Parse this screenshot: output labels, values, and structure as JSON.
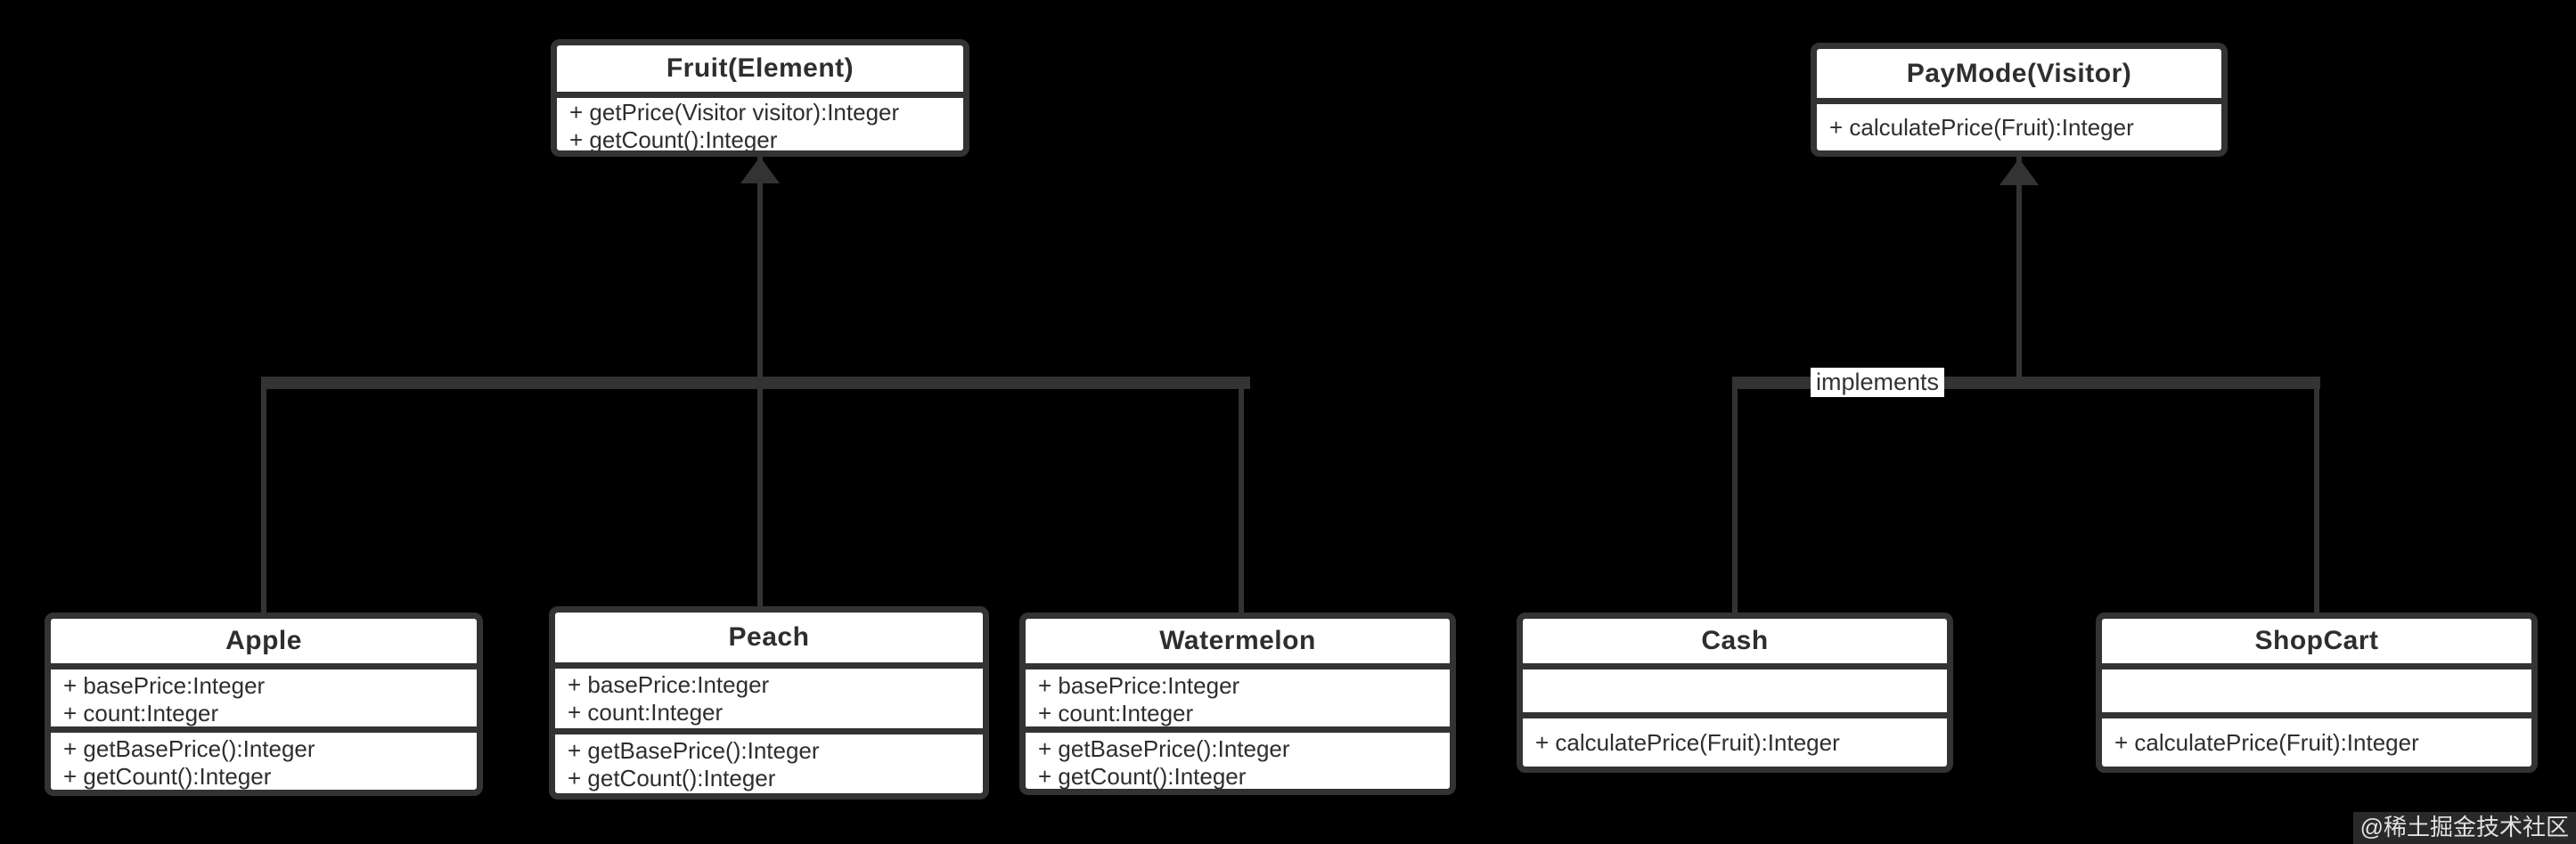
{
  "colors": {
    "background": "#000000",
    "box_fill": "#ffffff",
    "box_border": "#333333",
    "connector": "#333333",
    "text": "#2e2e2e",
    "watermark_text": "#e2e2e2"
  },
  "classes": {
    "fruit": {
      "name": "Fruit(Element)",
      "attributes": [],
      "methods": [
        "+ getPrice(Visitor visitor):Integer",
        "+ getCount():Integer"
      ]
    },
    "paymode": {
      "name": "PayMode(Visitor)",
      "attributes": [],
      "methods": [
        "+ calculatePrice(Fruit):Integer"
      ]
    },
    "apple": {
      "name": "Apple",
      "attributes": [
        "+ basePrice:Integer",
        "+ count:Integer"
      ],
      "methods": [
        "+ getBasePrice():Integer",
        "+ getCount():Integer"
      ]
    },
    "peach": {
      "name": "Peach",
      "attributes": [
        "+ basePrice:Integer",
        "+ count:Integer"
      ],
      "methods": [
        "+ getBasePrice():Integer",
        "+ getCount():Integer"
      ]
    },
    "watermelon": {
      "name": "Watermelon",
      "attributes": [
        "+ basePrice:Integer",
        "+ count:Integer"
      ],
      "methods": [
        "+ getBasePrice():Integer",
        "+ getCount():Integer"
      ]
    },
    "cash": {
      "name": "Cash",
      "attributes": [],
      "methods": [
        "+ calculatePrice(Fruit):Integer"
      ]
    },
    "shopcart": {
      "name": "ShopCart",
      "attributes": [],
      "methods": [
        "+ calculatePrice(Fruit):Integer"
      ]
    }
  },
  "relationships": {
    "implements_label": "implements",
    "fruit_children": [
      "Apple",
      "Peach",
      "Watermelon"
    ],
    "paymode_children": [
      "Cash",
      "ShopCart"
    ]
  },
  "watermark": {
    "text": "@稀土掘金技术社区"
  }
}
